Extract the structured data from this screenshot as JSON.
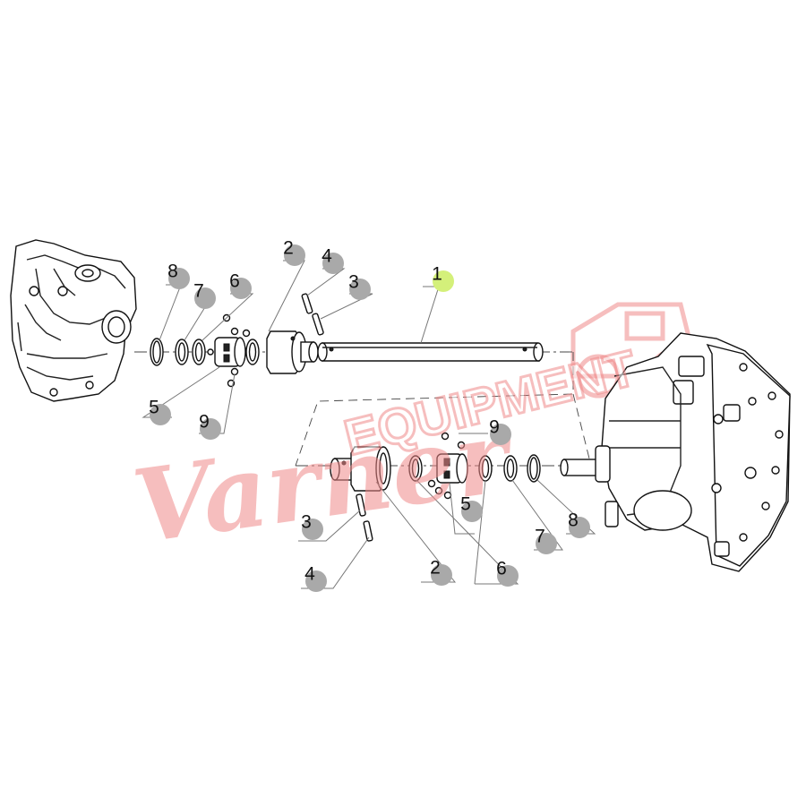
{
  "callouts": [
    {
      "id": "c8a",
      "label": "8",
      "color": "#a9a9a9"
    },
    {
      "id": "c7a",
      "label": "7",
      "color": "#a9a9a9"
    },
    {
      "id": "c6a",
      "label": "6",
      "color": "#a9a9a9"
    },
    {
      "id": "c2a",
      "label": "2",
      "color": "#a9a9a9"
    },
    {
      "id": "c4a",
      "label": "4",
      "color": "#a9a9a9"
    },
    {
      "id": "c3a",
      "label": "3",
      "color": "#a9a9a9"
    },
    {
      "id": "c1",
      "label": "1",
      "color": "#d4f07a"
    },
    {
      "id": "c5a",
      "label": "5",
      "color": "#a9a9a9"
    },
    {
      "id": "c9a",
      "label": "9",
      "color": "#a9a9a9"
    },
    {
      "id": "c9b",
      "label": "9",
      "color": "#a9a9a9"
    },
    {
      "id": "c5b",
      "label": "5",
      "color": "#a9a9a9"
    },
    {
      "id": "c8b",
      "label": "8",
      "color": "#a9a9a9"
    },
    {
      "id": "c7b",
      "label": "7",
      "color": "#a9a9a9"
    },
    {
      "id": "c3b",
      "label": "3",
      "color": "#a9a9a9"
    },
    {
      "id": "c2b",
      "label": "2",
      "color": "#a9a9a9"
    },
    {
      "id": "c6b",
      "label": "6",
      "color": "#a9a9a9"
    },
    {
      "id": "c4b",
      "label": "4",
      "color": "#a9a9a9"
    }
  ],
  "watermark": {
    "script_text": "Varner",
    "block_text": "EQUIPMENT",
    "color": "#f08a8a"
  }
}
